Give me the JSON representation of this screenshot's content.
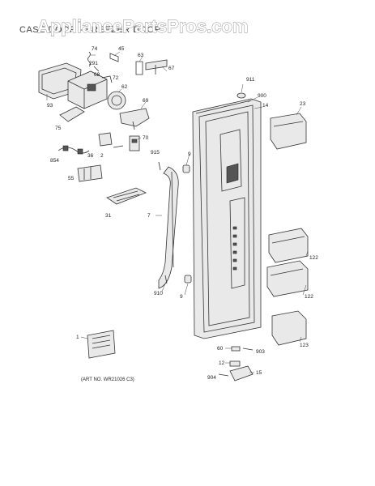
{
  "header": {
    "section_title": "CASE DOOR - FREEZER DOOR",
    "watermark": "AppliancePartsPros.com"
  },
  "footer": {
    "part_number_note": "(ART NO. WR21026 C3)"
  },
  "callouts": {
    "c74": "74",
    "c45": "45",
    "c291": "291",
    "c63": "63",
    "c68": "68",
    "c67": "67",
    "c72": "72",
    "c62": "62",
    "c93": "93",
    "c69": "69",
    "c75": "75",
    "c70": "70",
    "c36": "36",
    "c2": "2",
    "c854": "854",
    "c55": "55",
    "c31": "31",
    "c911": "911",
    "c900": "900",
    "c14": "14",
    "c23": "23",
    "c915": "915",
    "c9a": "9",
    "c7": "7",
    "c122a": "122",
    "c122b": "122",
    "c910": "910",
    "c9b": "9",
    "c123": "123",
    "c1": "1",
    "c60": "60",
    "c903": "903",
    "c12": "12",
    "c15": "15",
    "c904": "904"
  }
}
